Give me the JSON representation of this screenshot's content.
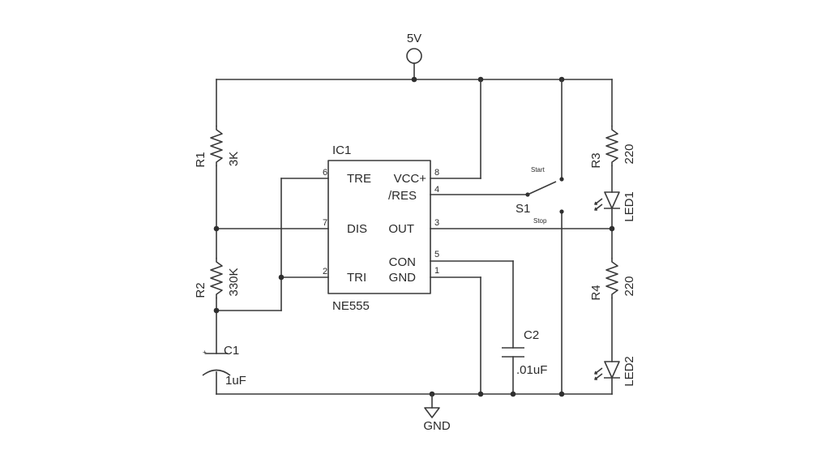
{
  "power": {
    "label": "5V"
  },
  "ground": {
    "label": "GND"
  },
  "ic": {
    "ref": "IC1",
    "part": "NE555",
    "pins": {
      "tre": {
        "num": "6",
        "name": "TRE"
      },
      "dis": {
        "num": "7",
        "name": "DIS"
      },
      "tri": {
        "num": "2",
        "name": "TRI"
      },
      "vcc": {
        "num": "8",
        "name": "VCC+"
      },
      "res": {
        "num": "4",
        "name": "/RES"
      },
      "out": {
        "num": "3",
        "name": "OUT"
      },
      "con": {
        "num": "5",
        "name": "CON"
      },
      "gnd": {
        "num": "1",
        "name": "GND"
      }
    }
  },
  "r1": {
    "ref": "R1",
    "value": "3K"
  },
  "r2": {
    "ref": "R2",
    "value": "330K"
  },
  "r3": {
    "ref": "R3",
    "value": "220"
  },
  "r4": {
    "ref": "R4",
    "value": "220"
  },
  "c1": {
    "ref": "C1",
    "value": "1uF",
    "polarity": "+"
  },
  "c2": {
    "ref": "C2",
    "value": ".01uF"
  },
  "s1": {
    "ref": "S1",
    "start": "Start",
    "stop": "Stop"
  },
  "led1": {
    "ref": "LED1"
  },
  "led2": {
    "ref": "LED2"
  }
}
